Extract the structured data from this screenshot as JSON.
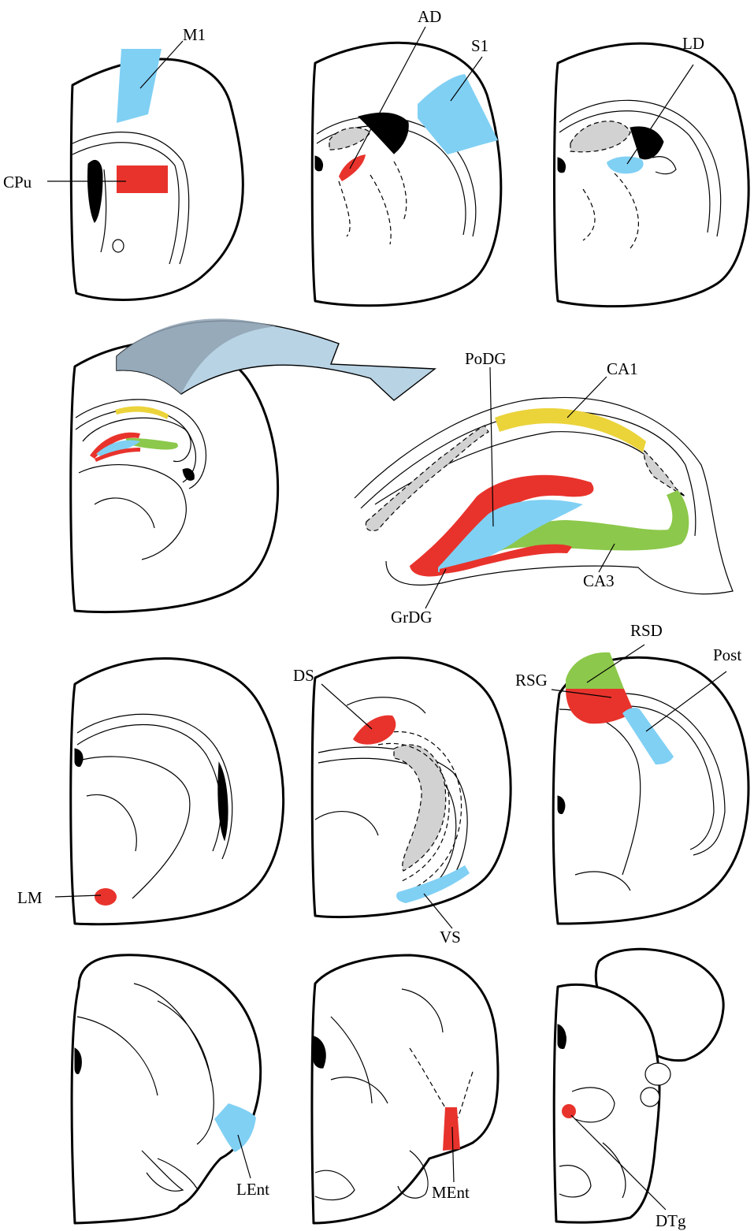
{
  "colors": {
    "red": "#e8332c",
    "blue": "#80d0f4",
    "green": "#8cc84b",
    "yellow": "#ebd33a",
    "gray_fill": "#d2d2d2",
    "arrow_dark": "#8fa2b3",
    "arrow_light": "#b8d3e4"
  },
  "labels": {
    "m1": "M1",
    "cpu": "CPu",
    "ad": "AD",
    "s1": "S1",
    "ld": "LD",
    "podg": "PoDG",
    "ca1": "CA1",
    "ca3": "CA3",
    "grdg": "GrDG",
    "ds": "DS",
    "lm": "LM",
    "vs": "VS",
    "rsd": "RSD",
    "rsg": "RSG",
    "post": "Post",
    "lent": "LEnt",
    "ment": "MEnt",
    "dtg": "DTg"
  }
}
